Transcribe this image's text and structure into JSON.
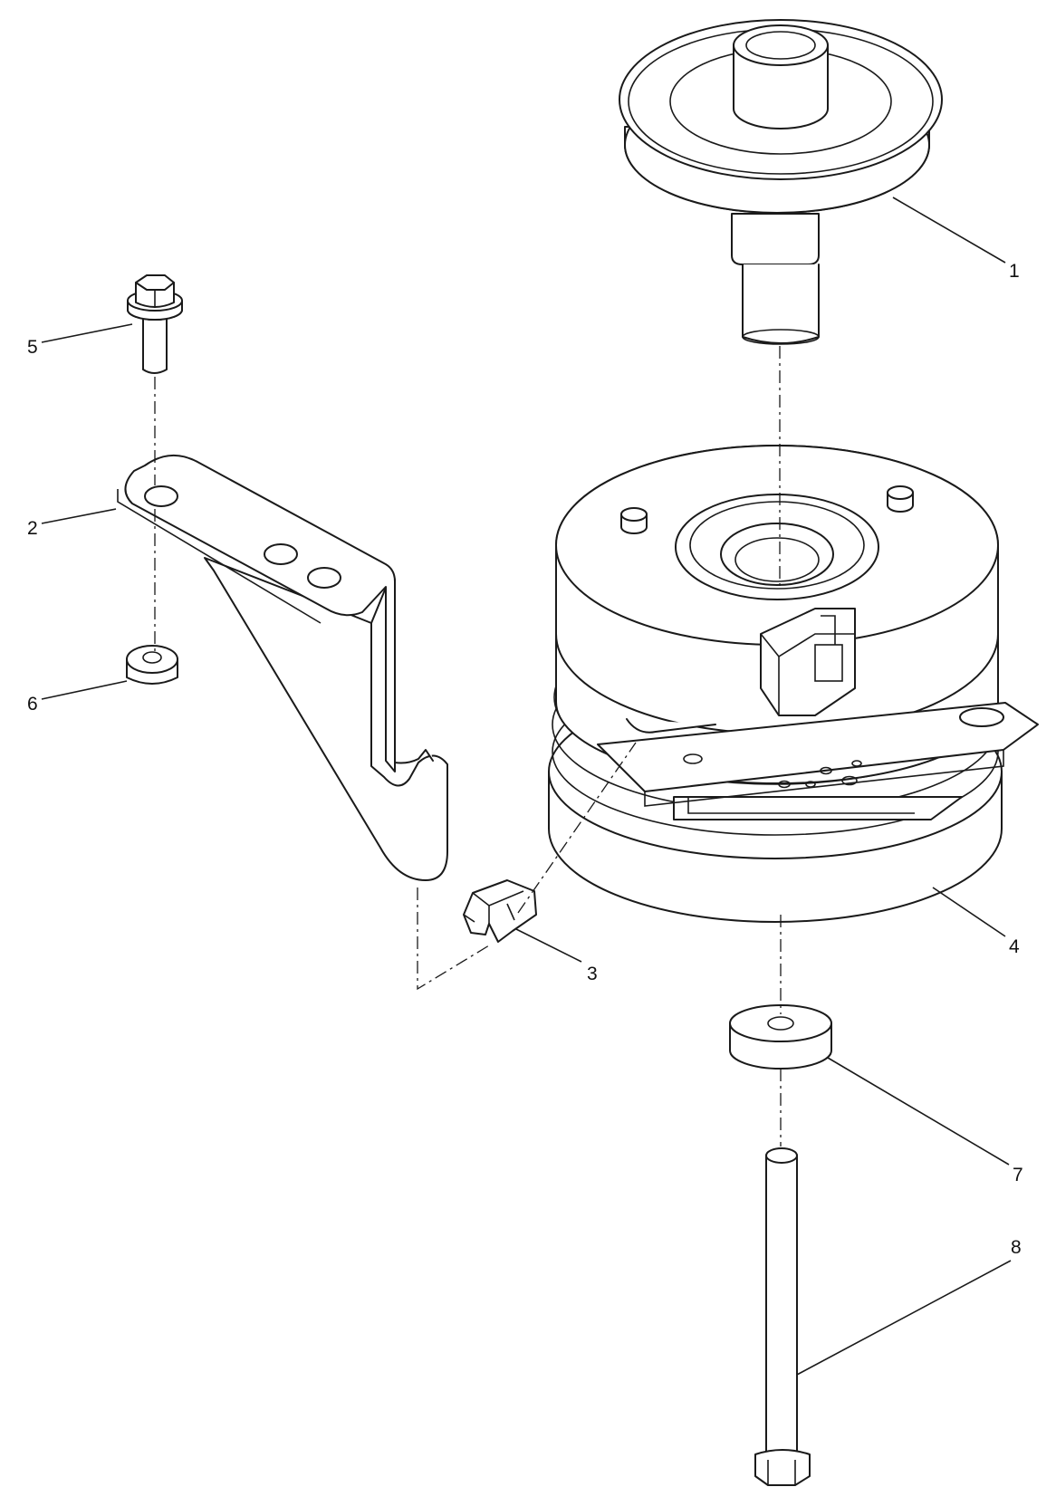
{
  "callouts": {
    "c1": "1",
    "c2": "2",
    "c3": "3",
    "c4": "4",
    "c5": "5",
    "c6": "6",
    "c7": "7",
    "c8": "8"
  },
  "colors": {
    "line": "#1a1a1a",
    "fill": "#ffffff"
  }
}
